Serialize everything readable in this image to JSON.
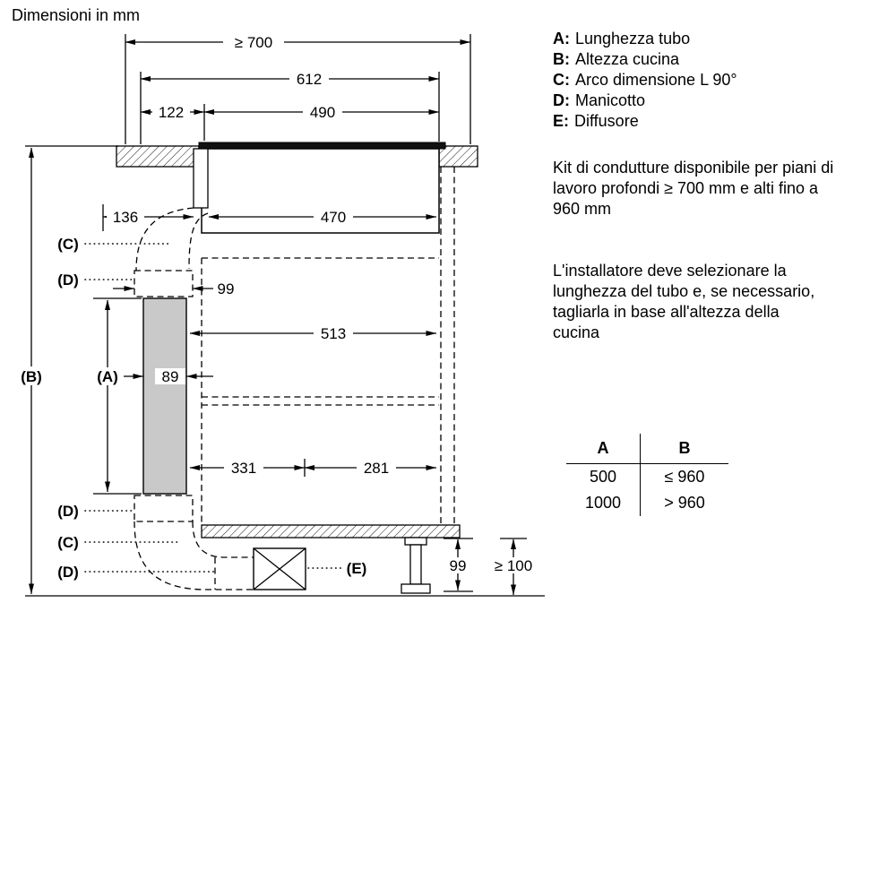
{
  "title": "Dimensioni in mm",
  "legend": {
    "items": [
      {
        "key": "A:",
        "label": "Lunghezza tubo"
      },
      {
        "key": "B:",
        "label": "Altezza cucina"
      },
      {
        "key": "C:",
        "label": "Arco dimensione L 90°"
      },
      {
        "key": "D:",
        "label": "Manicotto"
      },
      {
        "key": "E:",
        "label": "Diffusore"
      }
    ]
  },
  "notes": {
    "kit": "Kit di condutture disponibile per piani di lavoro profondi ≥ 700 mm e alti fino a 960 mm",
    "installer": "L'installatore deve selezionare la lunghezza del tubo e, se necessario, tagliarla in base all'altezza della cucina"
  },
  "table": {
    "headers": [
      "A",
      "B"
    ],
    "rows": [
      [
        "500",
        "≤ 960"
      ],
      [
        "1000",
        "> 960"
      ]
    ]
  },
  "diagram": {
    "dims": {
      "depth": "≥ 700",
      "width_total": "612",
      "width_left": "122",
      "width_right": "490",
      "hob_inner": "470",
      "offset_left": "136",
      "duct_offset": "99",
      "cabinet_inner": "513",
      "duct_width": "89",
      "bottom_left": "331",
      "bottom_right": "281",
      "plinth_duct": "99",
      "plinth_min": "≥ 100"
    },
    "labels": {
      "a": "(A)",
      "b": "(B)",
      "c_top": "(C)",
      "d_top": "(D)",
      "d_mid": "(D)",
      "c_bottom": "(C)",
      "d_bottom": "(D)",
      "e": "(E)"
    }
  }
}
